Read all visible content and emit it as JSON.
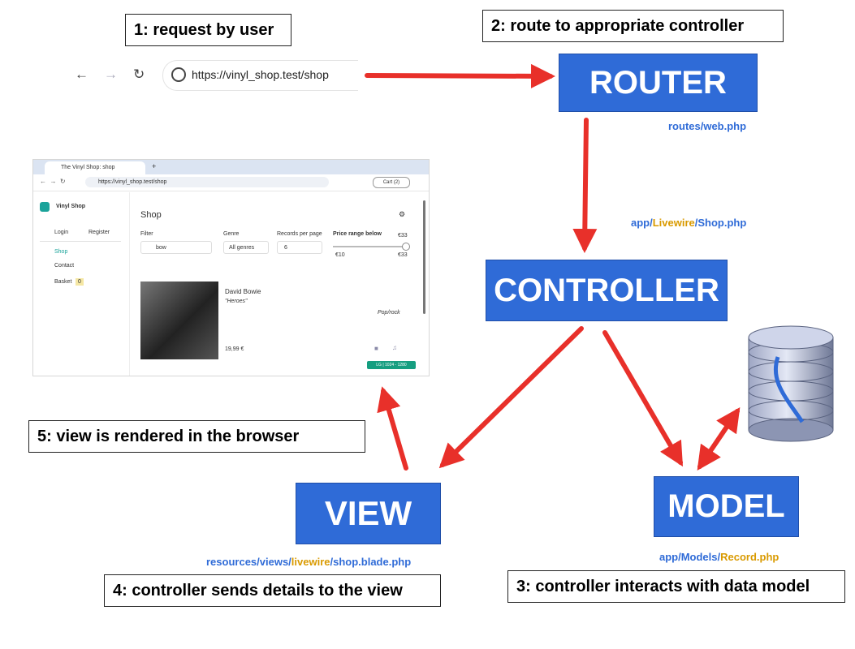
{
  "steps": {
    "s1": "1: request by user",
    "s2": "2: route to appropriate controller",
    "s3": "3: controller interacts with data model",
    "s4": "4: controller sends details to the view",
    "s5": "5: view is rendered in the browser"
  },
  "blocks": {
    "router": "ROUTER",
    "controller": "CONTROLLER",
    "view": "VIEW",
    "model": "MODEL"
  },
  "paths": {
    "router": {
      "a": "routes/web.php"
    },
    "controller": {
      "a": "app/",
      "b": "Livewire",
      "c": "/Shop.php"
    },
    "view": {
      "a": "resources/views/",
      "b": "livewire",
      "c": "/shop.blade.php"
    },
    "model": {
      "a": "app/Models/",
      "b": "Record.php"
    }
  },
  "address_bar": {
    "url": "https://vinyl_shop.test/shop"
  },
  "screenshot": {
    "tab_title": "The Vinyl Shop: shop",
    "url": "https://vinyl_shop.test/shop",
    "cart": "Cart (2)",
    "brand": "Vinyl Shop",
    "login": "Login",
    "register": "Register",
    "nav": [
      "Shop",
      "Contact",
      "Basket"
    ],
    "basket_count": "0",
    "heading": "Shop",
    "filter_label": "Filter",
    "filter_value": "bow",
    "genre_label": "Genre",
    "genre_value": "All genres",
    "per_page_label": "Records per page",
    "per_page_value": "6",
    "price_label": "Price range below",
    "price_top": "€33",
    "price_min": "€10",
    "price_max": "€33",
    "artist": "David Bowie",
    "album": "\"Heroes\"",
    "genre": "Pop/rock",
    "price": "19,99 €",
    "badge": "LG | 1024 - 1280"
  },
  "colors": {
    "accent": "#2f6bd7",
    "arrow": "#e8302a",
    "path_highlight": "#d99a00"
  }
}
